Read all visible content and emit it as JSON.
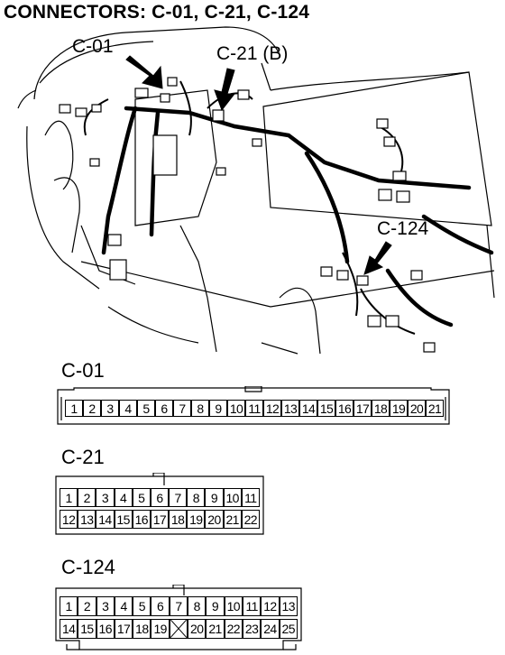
{
  "title": "CONNECTORS: C-01, C-21, C-124",
  "callouts": {
    "c01": "C-01",
    "c21": "C-21 (B)",
    "c124": "C-124"
  },
  "connectors": [
    {
      "name": "C-01",
      "rows": [
        [
          "1",
          "2",
          "3",
          "4",
          "5",
          "6",
          "7",
          "8",
          "9",
          "10",
          "11",
          "12",
          "13",
          "14",
          "15",
          "16",
          "17",
          "18",
          "19",
          "20",
          "21"
        ]
      ]
    },
    {
      "name": "C-21",
      "rows": [
        [
          "1",
          "2",
          "3",
          "4",
          "5",
          "6",
          "7",
          "8",
          "9",
          "10",
          "11"
        ],
        [
          "12",
          "13",
          "14",
          "15",
          "16",
          "17",
          "18",
          "19",
          "20",
          "21",
          "22"
        ]
      ]
    },
    {
      "name": "C-124",
      "rows": [
        [
          "1",
          "2",
          "3",
          "4",
          "5",
          "6",
          "7",
          "8",
          "9",
          "10",
          "11",
          "12",
          "13"
        ],
        [
          "14",
          "15",
          "16",
          "17",
          "18",
          "19",
          "",
          "20",
          "21",
          "22",
          "23",
          "24",
          "25"
        ]
      ]
    }
  ]
}
